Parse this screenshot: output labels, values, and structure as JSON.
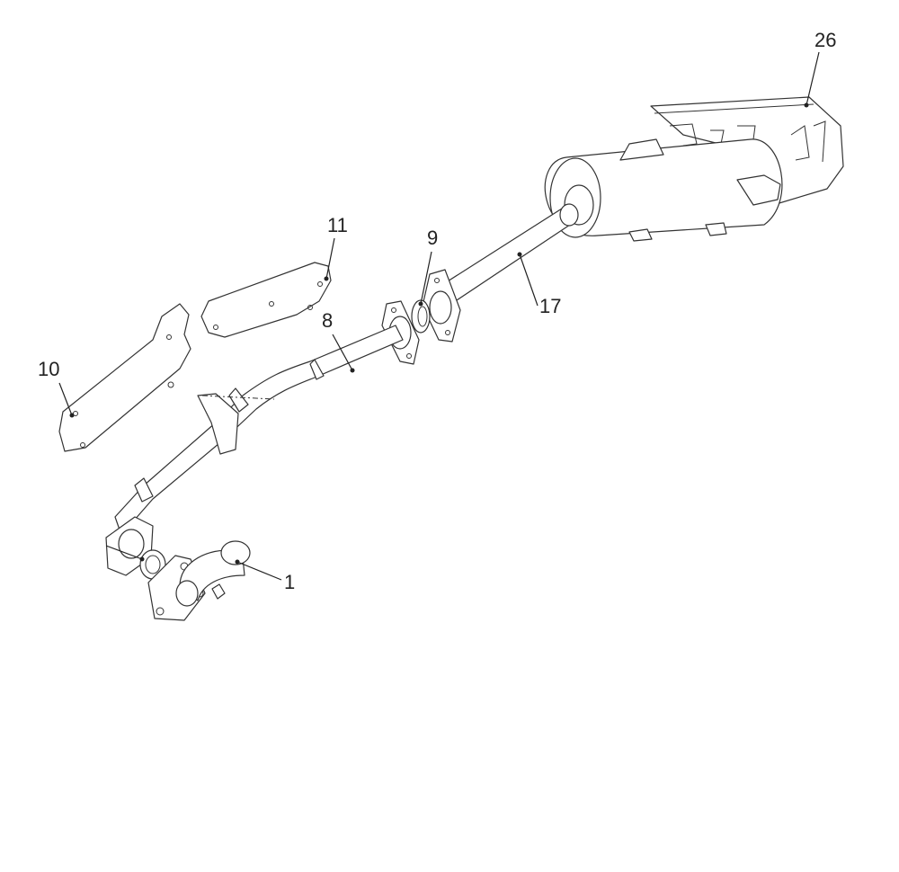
{
  "callouts": {
    "c1": "1",
    "c8": "8",
    "c9": "9",
    "c10": "10",
    "c11": "11",
    "c17": "17",
    "c26": "26"
  }
}
